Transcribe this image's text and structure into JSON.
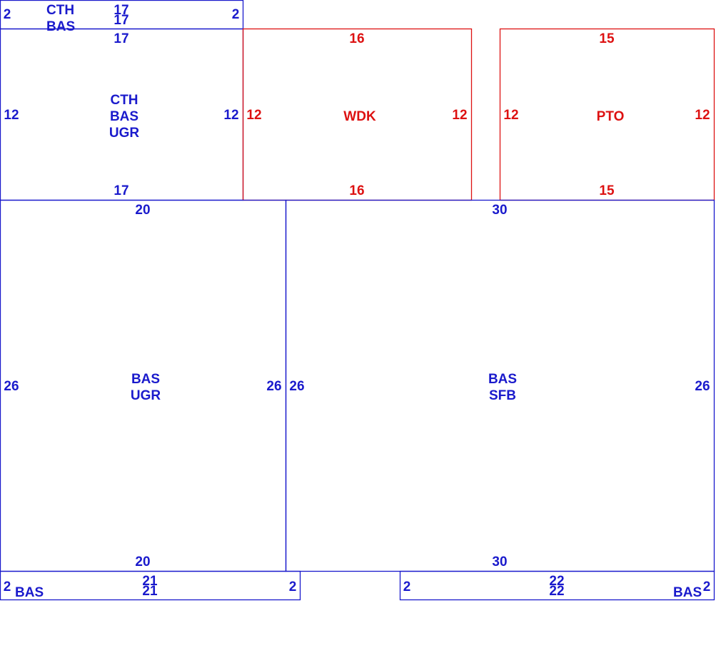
{
  "colors": {
    "living": "#1a1acc",
    "exterior": "#dd1111",
    "background": "#ffffff"
  },
  "areas": [
    {
      "id": "cth-bas-strip",
      "labels": [
        "CTH",
        "BAS"
      ],
      "kind": "living",
      "dims": {
        "top": "17",
        "bottom": "17",
        "left": "2",
        "right": "2"
      }
    },
    {
      "id": "cth-bas-ugr",
      "labels": [
        "CTH",
        "BAS",
        "UGR"
      ],
      "kind": "living",
      "dims": {
        "top": "17",
        "bottom": "17",
        "left": "12",
        "right": "12"
      }
    },
    {
      "id": "wdk",
      "labels": [
        "WDK"
      ],
      "kind": "exterior",
      "dims": {
        "top": "16",
        "bottom": "16",
        "left": "12",
        "right": "12"
      }
    },
    {
      "id": "pto",
      "labels": [
        "PTO"
      ],
      "kind": "exterior",
      "dims": {
        "top": "15",
        "bottom": "15",
        "left": "12",
        "right": "12"
      }
    },
    {
      "id": "bas-ugr",
      "labels": [
        "BAS",
        "UGR"
      ],
      "kind": "living",
      "dims": {
        "top": "20",
        "bottom": "20",
        "left": "26",
        "right": "26"
      }
    },
    {
      "id": "bas-sfb",
      "labels": [
        "BAS",
        "SFB"
      ],
      "kind": "living",
      "dims": {
        "top": "30",
        "bottom": "30",
        "left": "26",
        "right": "26"
      }
    },
    {
      "id": "bas-strip-left",
      "labels": [
        "BAS"
      ],
      "kind": "living",
      "dims": {
        "top": "21",
        "bottom": "21",
        "left": "2",
        "right": "2"
      }
    },
    {
      "id": "bas-strip-right",
      "labels": [
        "BAS"
      ],
      "kind": "living",
      "dims": {
        "top": "22",
        "bottom": "22",
        "left": "2",
        "right": "2"
      }
    }
  ]
}
